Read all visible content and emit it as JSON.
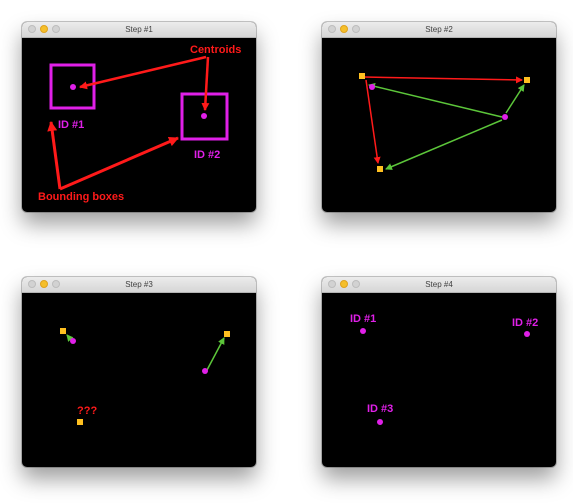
{
  "colors": {
    "magenta": "#e020e8",
    "red": "#ff1a1a",
    "green": "#5cc63a",
    "yellow": "#ffc020"
  },
  "windows": {
    "step1": {
      "title": "Step #1",
      "labels": {
        "centroids": "Centroids",
        "id1": "ID #1",
        "id2": "ID #2",
        "bounding_boxes": "Bounding boxes"
      }
    },
    "step2": {
      "title": "Step #2"
    },
    "step3": {
      "title": "Step #3",
      "labels": {
        "unknown": "???"
      }
    },
    "step4": {
      "title": "Step #4",
      "labels": {
        "id1": "ID #1",
        "id2": "ID #2",
        "id3": "ID #3"
      }
    }
  }
}
